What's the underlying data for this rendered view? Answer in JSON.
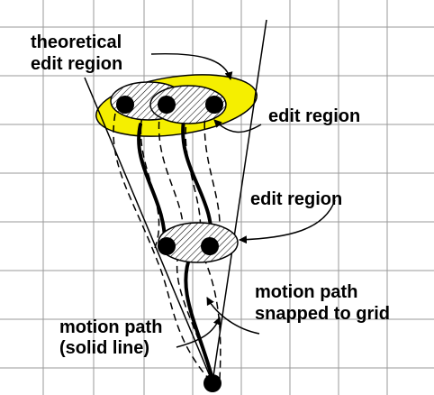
{
  "labels": {
    "theoretical_line1": "theoretical",
    "theoretical_line2": "edit region",
    "edit_region_upper": "edit region",
    "edit_region_lower": "edit region",
    "snapped_line1": "motion path",
    "snapped_line2": "snapped to grid",
    "solid_line1": "motion path",
    "solid_line2": "(solid line)"
  },
  "colors": {
    "theoretical_region": "#f5ef00",
    "grid": "#9a9a9a",
    "ink": "#000000",
    "background": "#ffffff"
  }
}
